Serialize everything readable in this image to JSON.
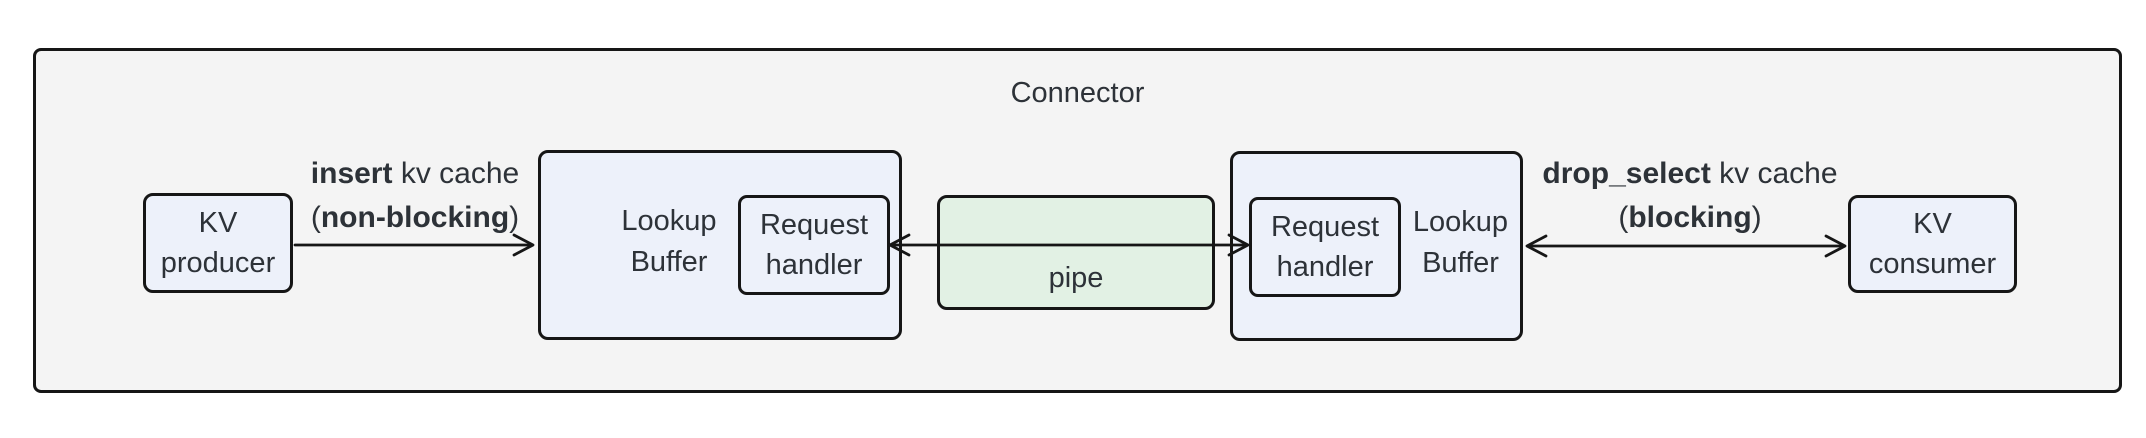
{
  "colors": {
    "page_bg": "#ffffff",
    "connector_bg": "#f4f4f4",
    "node_fill": "#edf1fa",
    "pipe_fill": "#e2f1e4",
    "border": "#161616",
    "text": "#2d3238"
  },
  "connector": {
    "title": "Connector"
  },
  "nodes": {
    "kv_producer": {
      "line1": "KV",
      "line2": "producer"
    },
    "lookup_left": {
      "line1": "Lookup",
      "line2": "Buffer"
    },
    "request_left": {
      "line1": "Request",
      "line2": "handler"
    },
    "pipe": {
      "label": "pipe"
    },
    "request_right": {
      "line1": "Request",
      "line2": "handler"
    },
    "lookup_right": {
      "line1": "Lookup",
      "line2": "Buffer"
    },
    "kv_consumer": {
      "line1": "KV",
      "line2": "consumer"
    }
  },
  "edges": {
    "insert": {
      "line1_bold": "insert",
      "line1_rest": " kv cache",
      "line2_pre": "(",
      "line2_bold": "non-blocking",
      "line2_post": ")"
    },
    "drop_select": {
      "line1_bold": "drop_select",
      "line1_rest": " kv cache",
      "line2_pre": "(",
      "line2_bold": "blocking",
      "line2_post": ")"
    }
  }
}
